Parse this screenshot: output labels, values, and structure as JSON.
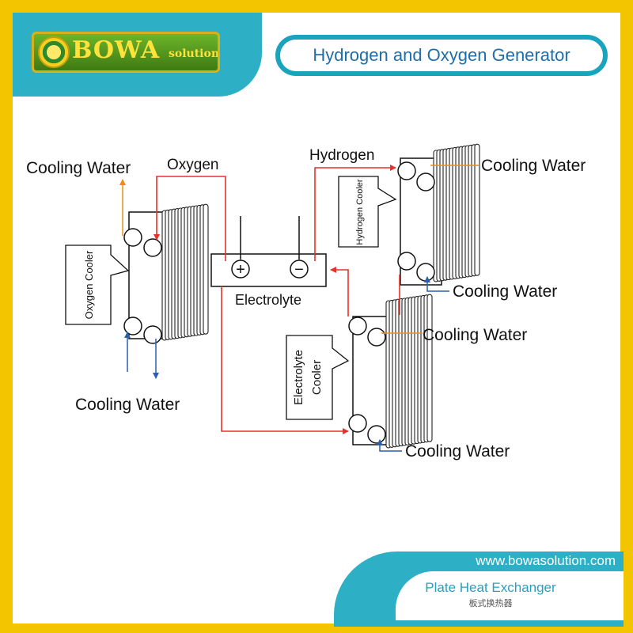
{
  "colors": {
    "frame": "#f2c500",
    "teal": "#2db0c6",
    "title_border": "#1aa3bd",
    "title_text": "#1f6ea8",
    "logo_green": "#4f9a1d",
    "logo_gold": "#ffe23a",
    "oxygen_line": "#e8312b",
    "hydrogen_line": "#e8312b",
    "cooling_in_line": "#2a5fb0",
    "cooling_out_line": "#f08a1c"
  },
  "logo": {
    "brand": "BOWA",
    "sub": "solution"
  },
  "title": "Hydrogen and Oxygen Generator",
  "website": "www.bowasolution.com",
  "product": {
    "name_en": "Plate Heat Exchanger",
    "name_cn": "板式换热器"
  },
  "diagram": {
    "cooling_water": "Cooling Water",
    "oxygen": "Oxygen",
    "hydrogen": "Hydrogen",
    "electrolyte": "Electrolyte",
    "anode_symbol": "+",
    "cathode_symbol": "−",
    "oxygen_cooler": "Oxygen Cooler",
    "hydrogen_cooler": "Hydrogen Cooler",
    "electrolyte_cooler_line1": "Electrolyte",
    "electrolyte_cooler_line2": "Cooler"
  }
}
